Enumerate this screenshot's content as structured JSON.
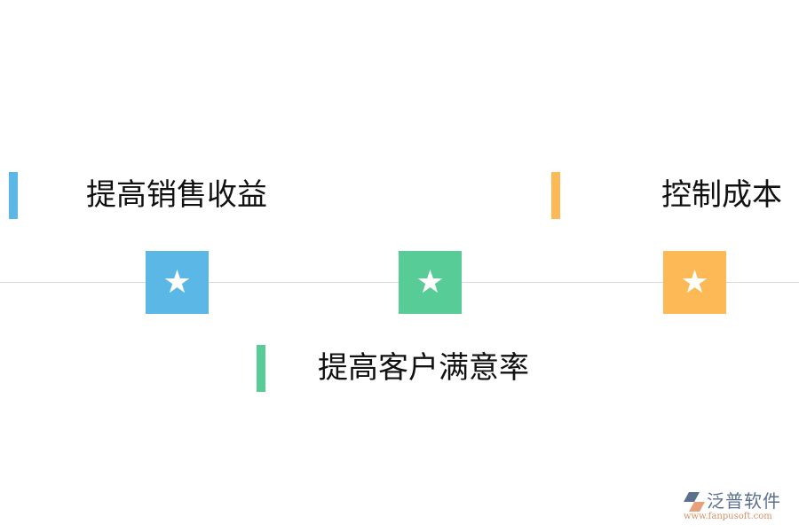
{
  "colors": {
    "blue": "#5bb8e6",
    "green": "#57cc96",
    "orange": "#fdb955",
    "axis": "#d9d9d9"
  },
  "items": [
    {
      "label": "提高销售收益",
      "icon": "star-icon",
      "glyph": "★",
      "color": "#5bb8e6",
      "position": "top"
    },
    {
      "label": "提高客户满意率",
      "icon": "star-icon",
      "glyph": "★",
      "color": "#57cc96",
      "position": "bottom"
    },
    {
      "label": "控制成本",
      "icon": "star-icon",
      "glyph": "★",
      "color": "#fdb955",
      "position": "top"
    }
  ],
  "watermark": {
    "brand": "泛普软件",
    "url": "www.fanpusoft.com"
  }
}
